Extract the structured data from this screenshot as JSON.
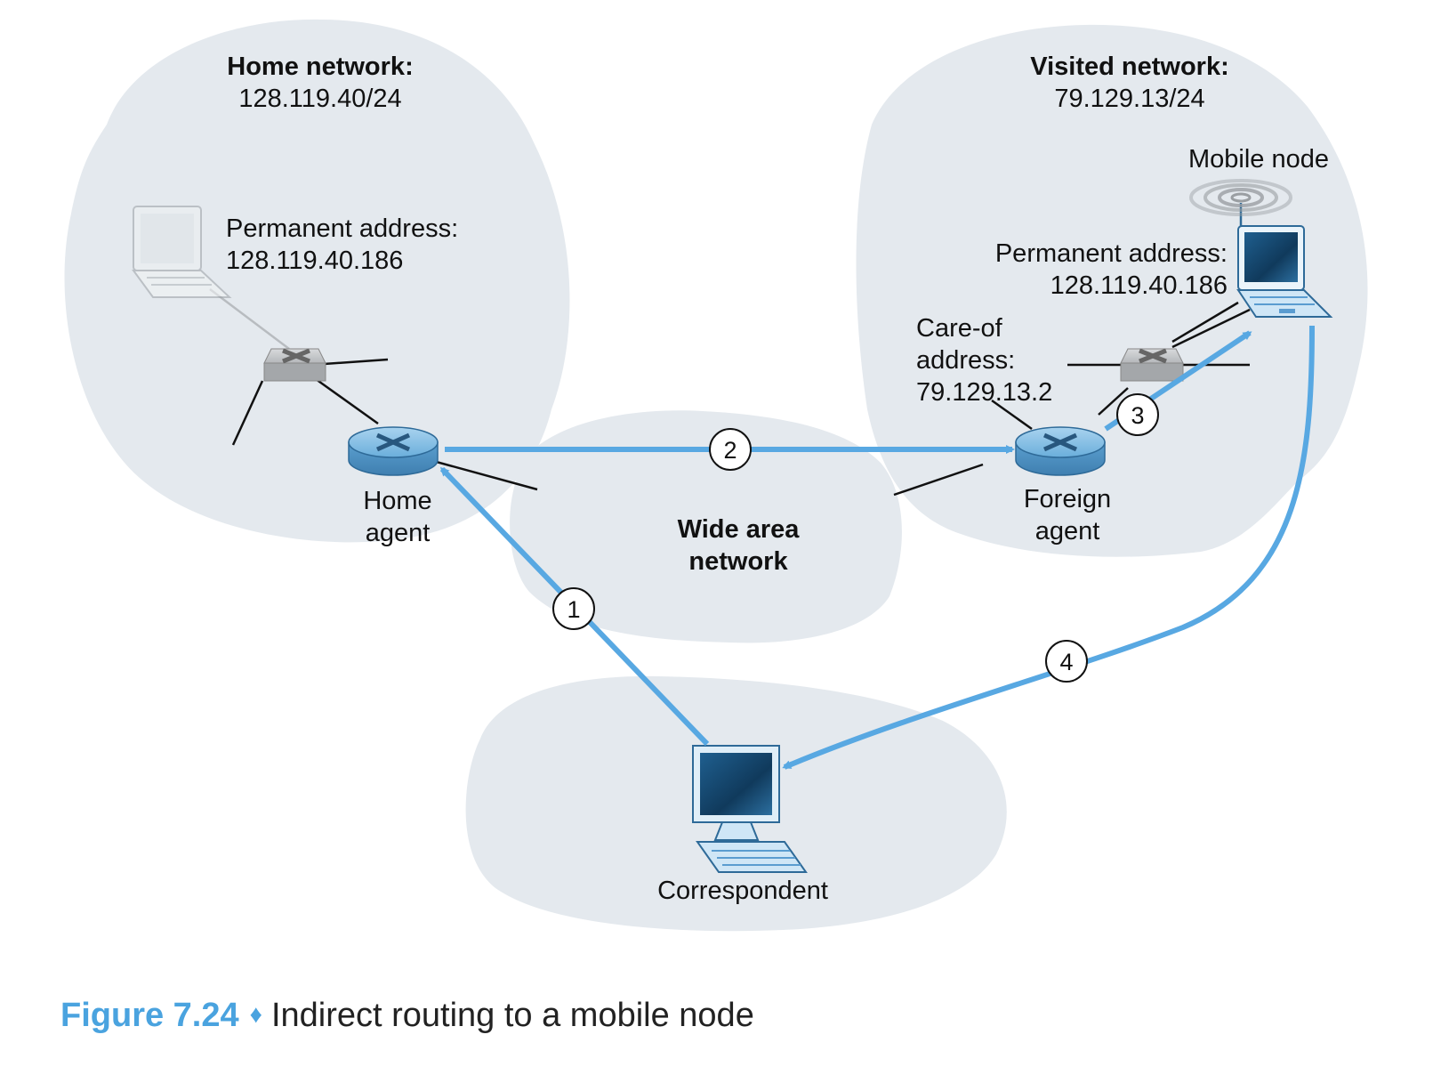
{
  "home_network": {
    "title": "Home network:",
    "subnet": "128.119.40/24"
  },
  "home_laptop": {
    "label_line1": "Permanent address:",
    "label_line2": "128.119.40.186"
  },
  "home_agent": {
    "label_line1": "Home",
    "label_line2": "agent"
  },
  "visited_network": {
    "title": "Visited network:",
    "subnet": "79.129.13/24"
  },
  "mobile_node": {
    "title": "Mobile node",
    "label_line1": "Permanent address:",
    "label_line2": "128.119.40.186"
  },
  "care_of": {
    "line1": "Care-of",
    "line2": "address:",
    "line3": "79.129.13.2"
  },
  "foreign_agent": {
    "label_line1": "Foreign",
    "label_line2": "agent"
  },
  "wan": {
    "line1": "Wide area",
    "line2": "network"
  },
  "correspondent": {
    "label": "Correspondent"
  },
  "steps": [
    "1",
    "2",
    "3",
    "4"
  ],
  "caption": {
    "figure": "Figure 7.24",
    "separator": "♦",
    "text": "Indirect routing to a mobile node"
  },
  "colors": {
    "cloud": "#e4e9ee",
    "arrow": "#58a8e2",
    "accent": "#4aa3df"
  }
}
